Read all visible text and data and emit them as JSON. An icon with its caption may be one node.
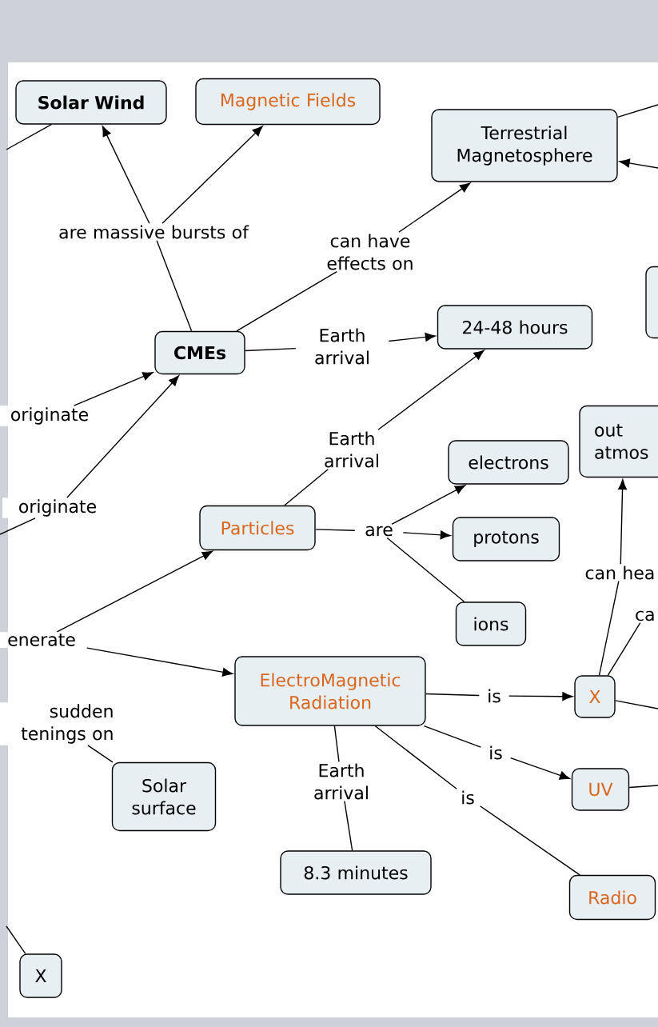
{
  "diagram": {
    "nodes": [
      {
        "text": [
          "Solar Wind"
        ]
      },
      {
        "text": [
          "Magnetic Fields"
        ]
      },
      {
        "text": [
          "Terrestrial Magnetosphere"
        ]
      },
      {
        "text": [],
        "shape": "box"
      },
      {
        "text": [
          "CMEs"
        ]
      },
      {
        "text": [
          "24-48 hours"
        ]
      },
      {
        "text": [
          "out atmos"
        ]
      },
      {
        "text": [
          "electrons"
        ]
      },
      {
        "text": [
          "Particles"
        ]
      },
      {
        "text": [
          "protons"
        ]
      },
      {
        "text": [
          "ions"
        ]
      },
      {
        "text": [
          "ElectroMagnetic Radiation"
        ]
      },
      {
        "text": [
          "X"
        ]
      },
      {
        "text": [
          "Solar surface"
        ]
      },
      {
        "text": [
          "UV"
        ]
      },
      {
        "text": [
          "8.3 minutes"
        ]
      },
      {
        "text": [
          "Radio"
        ]
      },
      {
        "text": [
          "X"
        ]
      },
      {
        "text": [
          "are massive bursts of"
        ]
      },
      {
        "text": [
          "can have effects on"
        ]
      },
      {
        "text": [
          "Earth arrival"
        ]
      },
      {
        "text": [
          "originate"
        ]
      },
      {
        "text": [
          "Earth arrival"
        ]
      },
      {
        "text": [
          "originate"
        ]
      },
      {
        "text": [
          "are"
        ]
      },
      {
        "text": [
          "enerate"
        ]
      },
      {
        "text": [
          "can hea"
        ]
      },
      {
        "text": [
          "ca"
        ]
      },
      {
        "text": [
          "is"
        ]
      },
      {
        "text": [
          "sudden tenings on"
        ]
      },
      {
        "text": [
          "Earth arrival"
        ]
      },
      {
        "text": [
          "is"
        ]
      },
      {
        "text": [
          "is"
        ]
      }
    ],
    "edges": [
      {
        "from": 4,
        "to": 18,
        "arrow": "none"
      },
      {
        "from": 18,
        "to": 0,
        "arrow": "to"
      },
      {
        "from": 18,
        "to": 1,
        "arrow": "to"
      },
      {
        "from": 4,
        "to": 19,
        "arrow": "none"
      },
      {
        "from": 19,
        "to": 2,
        "arrow": "to"
      },
      {
        "from": 4,
        "to": 20,
        "arrow": "none"
      },
      {
        "from": 20,
        "to": 5,
        "arrow": "to"
      },
      {
        "from": 21,
        "to": 4,
        "arrow": "to"
      },
      {
        "from": 8,
        "to": 22,
        "arrow": "none"
      },
      {
        "from": 22,
        "to": 5,
        "arrow": "to"
      },
      {
        "from": 23,
        "to": 4,
        "arrow": "to"
      },
      {
        "from": null,
        "to": 23,
        "arrow": "none"
      },
      {
        "from": 8,
        "to": 24,
        "arrow": "none"
      },
      {
        "from": 24,
        "to": 7,
        "arrow": "to"
      },
      {
        "from": 24,
        "to": 9,
        "arrow": "to"
      },
      {
        "from": 24,
        "to": 10,
        "arrow": "none"
      },
      {
        "from": 25,
        "to": 8,
        "arrow": "to"
      },
      {
        "from": 25,
        "to": 11,
        "arrow": "to"
      },
      {
        "from": 11,
        "to": 28,
        "arrow": "none"
      },
      {
        "from": 28,
        "to": 12,
        "arrow": "to"
      },
      {
        "from": 11,
        "to": 31,
        "arrow": "none"
      },
      {
        "from": 31,
        "to": 14,
        "arrow": "to"
      },
      {
        "from": 11,
        "to": 32,
        "arrow": "none"
      },
      {
        "from": 32,
        "to": 16,
        "arrow": "none"
      },
      {
        "from": 11,
        "to": 30,
        "arrow": "none"
      },
      {
        "from": 30,
        "to": 15,
        "arrow": "none"
      },
      {
        "from": 29,
        "to": 13,
        "arrow": "none"
      },
      {
        "from": 12,
        "to": 26,
        "arrow": "none"
      },
      {
        "from": 26,
        "to": 6,
        "arrow": "to"
      },
      {
        "from": 12,
        "to": 27,
        "arrow": "none"
      },
      {
        "from": 12,
        "to": null,
        "arrow": "none"
      },
      {
        "from": 14,
        "to": null,
        "arrow": "none"
      },
      {
        "from": 2,
        "to": null,
        "arrow": "none"
      },
      {
        "from": null,
        "to": 2,
        "arrow": "to"
      },
      {
        "from": 0,
        "to": null,
        "arrow": "none"
      },
      {
        "from": null,
        "to": 17,
        "arrow": "none"
      }
    ]
  }
}
